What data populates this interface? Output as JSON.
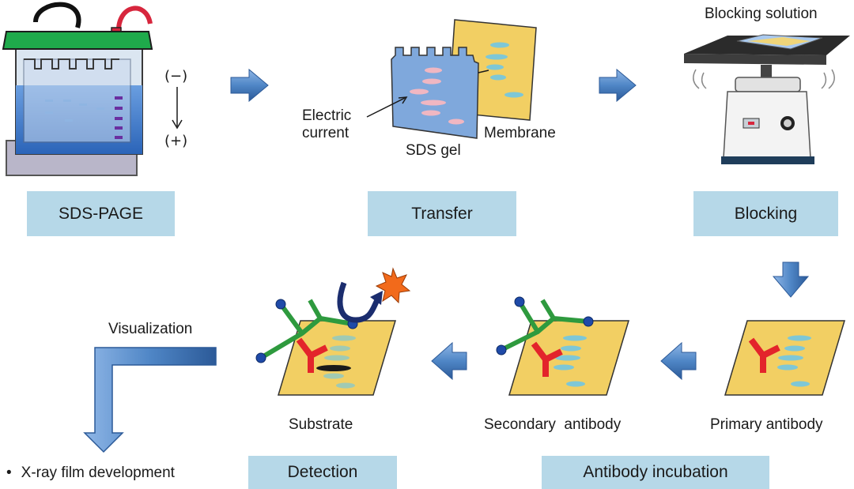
{
  "stages": {
    "sds_page": "SDS-PAGE",
    "transfer": "Transfer",
    "blocking": "Blocking",
    "antibody_incubation": "Antibody incubation",
    "detection": "Detection"
  },
  "labels": {
    "electric_current": "Electric\ncurrent",
    "sds_gel": "SDS gel",
    "membrane": "Membrane",
    "blocking_solution": "Blocking solution",
    "primary_antibody": "Primary antibody",
    "secondary_antibody": "Secondary  antibody",
    "substrate": "Substrate",
    "visualization": "Visualization"
  },
  "polarity": {
    "negative": "(−)",
    "positive": "(+)"
  },
  "outputs": [
    "X-ray film development"
  ],
  "colors": {
    "stage_box": "#b6d8e8",
    "flow_arrow": "#4f86c6",
    "membrane": "#f2cf63",
    "gel": "#7fa8dc",
    "antibody_primary": "#e3242b",
    "antibody_secondary": "#2e9a3e",
    "enzyme_end": "#1f4aa8",
    "signal_star": "#f26a1b",
    "tank_lid": "#2fa84f"
  }
}
